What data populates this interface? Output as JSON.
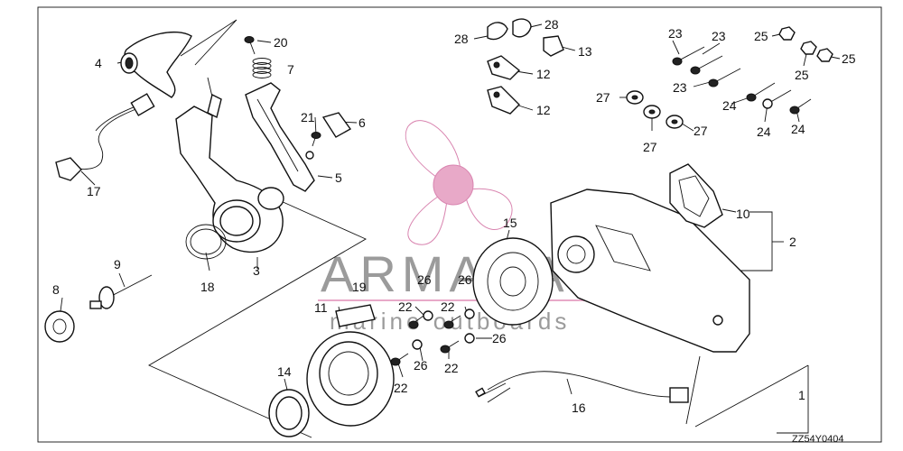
{
  "diagram": {
    "code": "ZZ54Y0404",
    "watermark": {
      "brand": "ARMADA",
      "tagline": "marine outboards",
      "color": "#e8a9c8"
    },
    "callouts": [
      {
        "id": "c1",
        "text": "1"
      },
      {
        "id": "c2",
        "text": "2"
      },
      {
        "id": "c3",
        "text": "3"
      },
      {
        "id": "c4",
        "text": "4"
      },
      {
        "id": "c5",
        "text": "5"
      },
      {
        "id": "c6",
        "text": "6"
      },
      {
        "id": "c7",
        "text": "7"
      },
      {
        "id": "c8",
        "text": "8"
      },
      {
        "id": "c9",
        "text": "9"
      },
      {
        "id": "c10",
        "text": "10"
      },
      {
        "id": "c11",
        "text": "11"
      },
      {
        "id": "c12a",
        "text": "12"
      },
      {
        "id": "c12b",
        "text": "12"
      },
      {
        "id": "c13",
        "text": "13"
      },
      {
        "id": "c14",
        "text": "14"
      },
      {
        "id": "c15",
        "text": "15"
      },
      {
        "id": "c16",
        "text": "16"
      },
      {
        "id": "c17",
        "text": "17"
      },
      {
        "id": "c18",
        "text": "18"
      },
      {
        "id": "c19",
        "text": "19"
      },
      {
        "id": "c20",
        "text": "20"
      },
      {
        "id": "c21",
        "text": "21"
      },
      {
        "id": "c22a",
        "text": "22"
      },
      {
        "id": "c22b",
        "text": "22"
      },
      {
        "id": "c22c",
        "text": "22"
      },
      {
        "id": "c22d",
        "text": "22"
      },
      {
        "id": "c23a",
        "text": "23"
      },
      {
        "id": "c23b",
        "text": "23"
      },
      {
        "id": "c23c",
        "text": "23"
      },
      {
        "id": "c24a",
        "text": "24"
      },
      {
        "id": "c24b",
        "text": "24"
      },
      {
        "id": "c24c",
        "text": "24"
      },
      {
        "id": "c25a",
        "text": "25"
      },
      {
        "id": "c25b",
        "text": "25"
      },
      {
        "id": "c25c",
        "text": "25"
      },
      {
        "id": "c26a",
        "text": "26"
      },
      {
        "id": "c26b",
        "text": "26"
      },
      {
        "id": "c26c",
        "text": "26"
      },
      {
        "id": "c26d",
        "text": "26"
      },
      {
        "id": "c27a",
        "text": "27"
      },
      {
        "id": "c27b",
        "text": "27"
      },
      {
        "id": "c27c",
        "text": "27"
      },
      {
        "id": "c28a",
        "text": "28"
      },
      {
        "id": "c28b",
        "text": "28"
      }
    ]
  }
}
